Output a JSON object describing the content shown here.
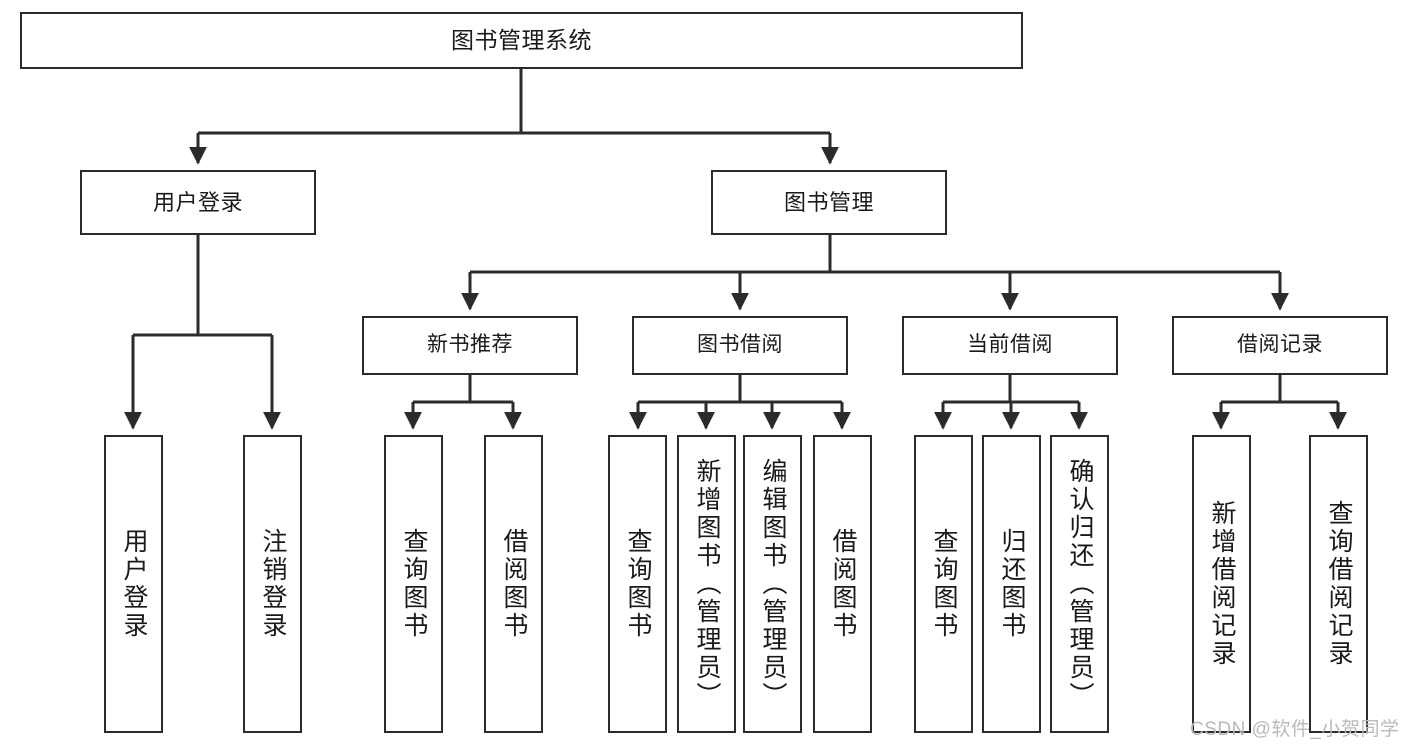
{
  "diagram": {
    "title": "图书管理系统",
    "type": "functional-structure-tree",
    "root": {
      "label": "图书管理系统"
    },
    "level1": [
      {
        "label": "用户登录"
      },
      {
        "label": "图书管理"
      }
    ],
    "level2": [
      {
        "label": "新书推荐"
      },
      {
        "label": "图书借阅"
      },
      {
        "label": "当前借阅"
      },
      {
        "label": "借阅记录"
      }
    ],
    "leaves": {
      "user_login": [
        {
          "label": "用户登录"
        },
        {
          "label": "注销登录"
        }
      ],
      "new_book_recommend": [
        {
          "label": "查询图书"
        },
        {
          "label": "借阅图书"
        }
      ],
      "book_borrow": [
        {
          "label": "查询图书"
        },
        {
          "label": "新增图书（管理员）"
        },
        {
          "label": "编辑图书（管理员）"
        },
        {
          "label": "借阅图书"
        }
      ],
      "current_borrow": [
        {
          "label": "查询图书"
        },
        {
          "label": "归还图书"
        },
        {
          "label": "确认归还（管理员）"
        }
      ],
      "borrow_record": [
        {
          "label": "新增借阅记录"
        },
        {
          "label": "查询借阅记录"
        }
      ]
    }
  },
  "watermark": {
    "text": "CSDN @软件_小贺同学"
  },
  "colors": {
    "stroke": "#2b2b2b",
    "fill": "#ffffff",
    "text": "#1a1a1a",
    "watermark": "#b9b9b9"
  }
}
